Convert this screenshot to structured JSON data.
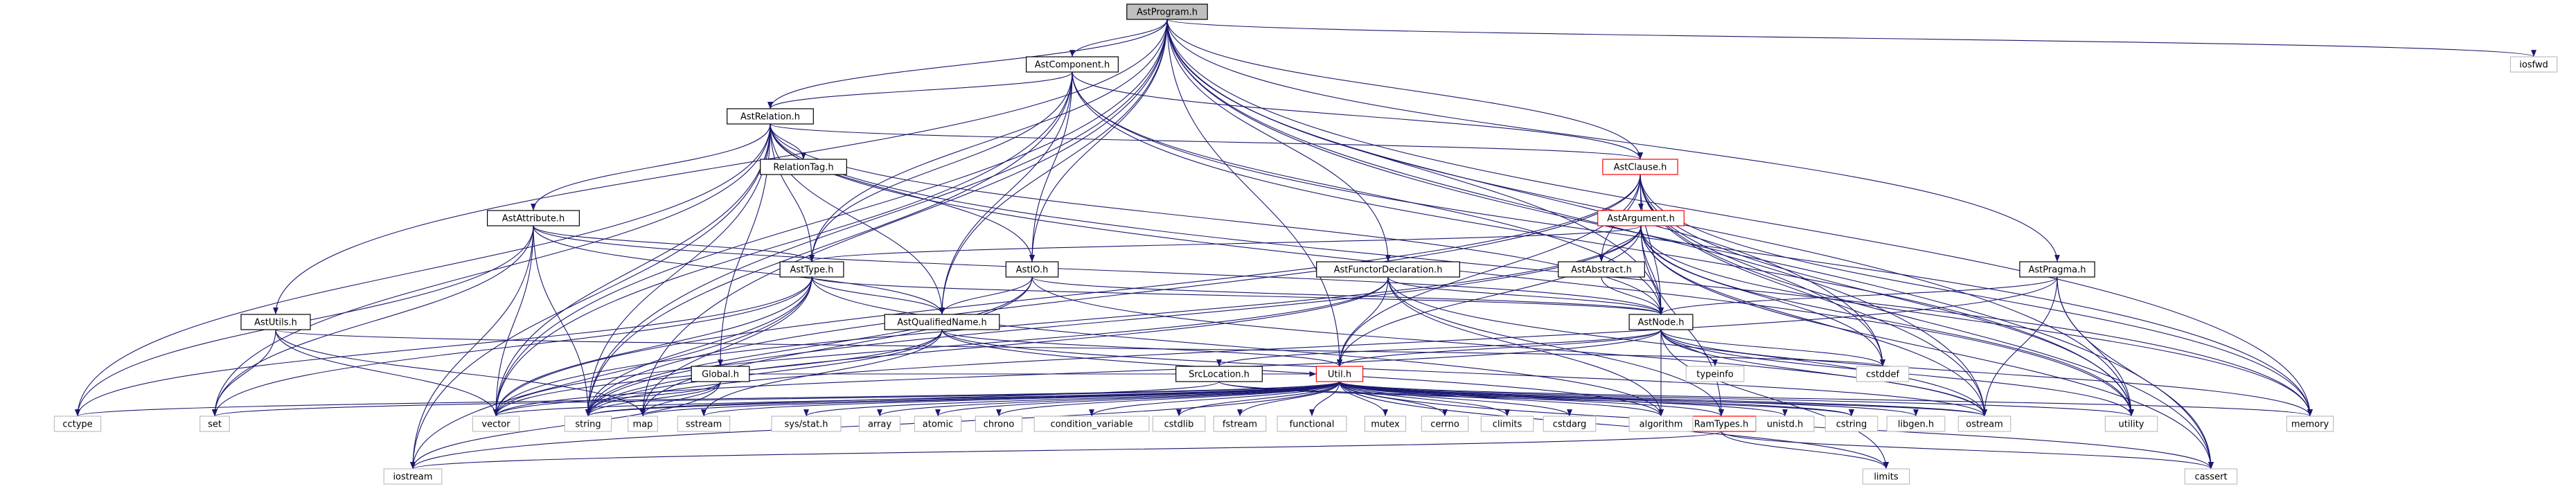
{
  "diagram": {
    "nodes": [
      {
        "id": "AstProgram",
        "label": "AstProgram.h",
        "style": "root"
      },
      {
        "id": "AstComponent",
        "label": "AstComponent.h",
        "style": "normal"
      },
      {
        "id": "AstRelation",
        "label": "AstRelation.h",
        "style": "normal"
      },
      {
        "id": "RelationTag",
        "label": "RelationTag.h",
        "style": "normal"
      },
      {
        "id": "AstClause",
        "label": "AstClause.h",
        "style": "red"
      },
      {
        "id": "AstArgument",
        "label": "AstArgument.h",
        "style": "red"
      },
      {
        "id": "AstAttribute",
        "label": "AstAttribute.h",
        "style": "normal"
      },
      {
        "id": "AstType",
        "label": "AstType.h",
        "style": "normal"
      },
      {
        "id": "AstIO",
        "label": "AstIO.h",
        "style": "normal"
      },
      {
        "id": "AstFunctorDeclaration",
        "label": "AstFunctorDeclaration.h",
        "style": "normal"
      },
      {
        "id": "AstAbstract",
        "label": "AstAbstract.h",
        "style": "normal"
      },
      {
        "id": "AstPragma",
        "label": "AstPragma.h",
        "style": "normal"
      },
      {
        "id": "AstNode",
        "label": "AstNode.h",
        "style": "normal"
      },
      {
        "id": "AstUtils",
        "label": "AstUtils.h",
        "style": "normal"
      },
      {
        "id": "AstQualifiedName",
        "label": "AstQualifiedName.h",
        "style": "normal"
      },
      {
        "id": "Global",
        "label": "Global.h",
        "style": "normal"
      },
      {
        "id": "SrcLocation",
        "label": "SrcLocation.h",
        "style": "normal"
      },
      {
        "id": "Util",
        "label": "Util.h",
        "style": "red"
      },
      {
        "id": "RamTypes",
        "label": "RamTypes.h",
        "style": "red"
      },
      {
        "id": "iosfwd",
        "label": "iosfwd",
        "style": "ext"
      },
      {
        "id": "cctype",
        "label": "cctype",
        "style": "ext"
      },
      {
        "id": "set",
        "label": "set",
        "style": "ext"
      },
      {
        "id": "vector",
        "label": "vector",
        "style": "ext"
      },
      {
        "id": "string",
        "label": "string",
        "style": "ext"
      },
      {
        "id": "map",
        "label": "map",
        "style": "ext"
      },
      {
        "id": "sstream",
        "label": "sstream",
        "style": "ext"
      },
      {
        "id": "sysstat",
        "label": "sys/stat.h",
        "style": "ext"
      },
      {
        "id": "array",
        "label": "array",
        "style": "ext"
      },
      {
        "id": "atomic",
        "label": "atomic",
        "style": "ext"
      },
      {
        "id": "chrono",
        "label": "chrono",
        "style": "ext"
      },
      {
        "id": "condvar",
        "label": "condition_variable",
        "style": "ext"
      },
      {
        "id": "cstdlib",
        "label": "cstdlib",
        "style": "ext"
      },
      {
        "id": "fstream",
        "label": "fstream",
        "style": "ext"
      },
      {
        "id": "functional",
        "label": "functional",
        "style": "ext"
      },
      {
        "id": "mutex",
        "label": "mutex",
        "style": "ext"
      },
      {
        "id": "cerrno",
        "label": "cerrno",
        "style": "ext"
      },
      {
        "id": "climits",
        "label": "climits",
        "style": "ext"
      },
      {
        "id": "cstdarg",
        "label": "cstdarg",
        "style": "ext"
      },
      {
        "id": "algorithm",
        "label": "algorithm",
        "style": "ext"
      },
      {
        "id": "unistd",
        "label": "unistd.h",
        "style": "ext"
      },
      {
        "id": "cstring",
        "label": "cstring",
        "style": "ext"
      },
      {
        "id": "libgen",
        "label": "libgen.h",
        "style": "ext"
      },
      {
        "id": "ostream",
        "label": "ostream",
        "style": "ext"
      },
      {
        "id": "utility",
        "label": "utility",
        "style": "ext"
      },
      {
        "id": "memory",
        "label": "memory",
        "style": "ext"
      },
      {
        "id": "typeinfo",
        "label": "typeinfo",
        "style": "ext"
      },
      {
        "id": "cstddef",
        "label": "cstddef",
        "style": "ext"
      },
      {
        "id": "iostream",
        "label": "iostream",
        "style": "ext"
      },
      {
        "id": "limits",
        "label": "limits",
        "style": "ext"
      },
      {
        "id": "cassert",
        "label": "cassert",
        "style": "ext"
      }
    ],
    "edges": [
      [
        "AstProgram",
        "AstComponent"
      ],
      [
        "AstProgram",
        "AstRelation"
      ],
      [
        "AstProgram",
        "AstClause"
      ],
      [
        "AstProgram",
        "AstType"
      ],
      [
        "AstProgram",
        "AstIO"
      ],
      [
        "AstProgram",
        "AstFunctorDeclaration"
      ],
      [
        "AstProgram",
        "AstPragma"
      ],
      [
        "AstProgram",
        "AstNode"
      ],
      [
        "AstProgram",
        "AstUtils"
      ],
      [
        "AstProgram",
        "AstQualifiedName"
      ],
      [
        "AstProgram",
        "Util"
      ],
      [
        "AstProgram",
        "iosfwd"
      ],
      [
        "AstProgram",
        "vector"
      ],
      [
        "AstProgram",
        "string"
      ],
      [
        "AstProgram",
        "map"
      ],
      [
        "AstProgram",
        "memory"
      ],
      [
        "AstProgram",
        "utility"
      ],
      [
        "AstProgram",
        "cassert"
      ],
      [
        "AstProgram",
        "cstddef"
      ],
      [
        "AstProgram",
        "ostream"
      ],
      [
        "AstComponent",
        "AstRelation"
      ],
      [
        "AstComponent",
        "AstClause"
      ],
      [
        "AstComponent",
        "AstType"
      ],
      [
        "AstComponent",
        "AstIO"
      ],
      [
        "AstComponent",
        "AstNode"
      ],
      [
        "AstComponent",
        "AstQualifiedName"
      ],
      [
        "AstComponent",
        "vector"
      ],
      [
        "AstComponent",
        "string"
      ],
      [
        "AstComponent",
        "memory"
      ],
      [
        "AstComponent",
        "utility"
      ],
      [
        "AstRelation",
        "RelationTag"
      ],
      [
        "AstRelation",
        "AstClause"
      ],
      [
        "AstRelation",
        "AstAttribute"
      ],
      [
        "AstRelation",
        "AstType"
      ],
      [
        "AstRelation",
        "AstIO"
      ],
      [
        "AstRelation",
        "AstNode"
      ],
      [
        "AstRelation",
        "AstQualifiedName"
      ],
      [
        "AstRelation",
        "Global"
      ],
      [
        "AstRelation",
        "iostream"
      ],
      [
        "AstRelation",
        "set"
      ],
      [
        "AstRelation",
        "vector"
      ],
      [
        "AstRelation",
        "string"
      ],
      [
        "AstRelation",
        "memory"
      ],
      [
        "AstRelation",
        "cctype"
      ],
      [
        "AstRelation",
        "utility"
      ],
      [
        "AstClause",
        "AstArgument"
      ],
      [
        "AstClause",
        "AstAbstract"
      ],
      [
        "AstClause",
        "AstNode"
      ],
      [
        "AstClause",
        "Util"
      ],
      [
        "AstClause",
        "ostream"
      ],
      [
        "AstClause",
        "memory"
      ],
      [
        "AstClause",
        "utility"
      ],
      [
        "AstClause",
        "cassert"
      ],
      [
        "AstClause",
        "cstddef"
      ],
      [
        "AstClause",
        "vector"
      ],
      [
        "AstClause",
        "string"
      ],
      [
        "AstArgument",
        "AstAbstract"
      ],
      [
        "AstArgument",
        "AstNode"
      ],
      [
        "AstArgument",
        "AstType"
      ],
      [
        "AstArgument",
        "Util"
      ],
      [
        "AstArgument",
        "RamTypes"
      ],
      [
        "AstArgument",
        "ostream"
      ],
      [
        "AstArgument",
        "memory"
      ],
      [
        "AstArgument",
        "utility"
      ],
      [
        "AstArgument",
        "cassert"
      ],
      [
        "AstArgument",
        "cstddef"
      ],
      [
        "AstArgument",
        "string"
      ],
      [
        "AstArgument",
        "vector"
      ],
      [
        "AstAttribute",
        "AstType"
      ],
      [
        "AstAttribute",
        "AstNode"
      ],
      [
        "AstAttribute",
        "AstQualifiedName"
      ],
      [
        "AstAttribute",
        "vector"
      ],
      [
        "AstAttribute",
        "string"
      ],
      [
        "AstAttribute",
        "set"
      ],
      [
        "AstAttribute",
        "iostream"
      ],
      [
        "AstAttribute",
        "cctype"
      ],
      [
        "AstType",
        "AstNode"
      ],
      [
        "AstType",
        "AstQualifiedName"
      ],
      [
        "AstType",
        "set"
      ],
      [
        "AstType",
        "vector"
      ],
      [
        "AstType",
        "string"
      ],
      [
        "AstType",
        "iostream"
      ],
      [
        "AstType",
        "cctype"
      ],
      [
        "AstType",
        "algorithm"
      ],
      [
        "AstType",
        "map"
      ],
      [
        "AstIO",
        "AstNode"
      ],
      [
        "AstIO",
        "AstQualifiedName"
      ],
      [
        "AstIO",
        "map"
      ],
      [
        "AstIO",
        "string"
      ],
      [
        "AstIO",
        "ostream"
      ],
      [
        "AstFunctorDeclaration",
        "AstNode"
      ],
      [
        "AstFunctorDeclaration",
        "Util"
      ],
      [
        "AstFunctorDeclaration",
        "RamTypes"
      ],
      [
        "AstFunctorDeclaration",
        "vector"
      ],
      [
        "AstFunctorDeclaration",
        "string"
      ],
      [
        "AstFunctorDeclaration",
        "algorithm"
      ],
      [
        "AstFunctorDeclaration",
        "ostream"
      ],
      [
        "AstAbstract",
        "AstNode"
      ],
      [
        "AstPragma",
        "AstNode"
      ],
      [
        "AstPragma",
        "ostream"
      ],
      [
        "AstPragma",
        "utility"
      ],
      [
        "AstPragma",
        "cassert"
      ],
      [
        "AstPragma",
        "string"
      ],
      [
        "AstNode",
        "SrcLocation"
      ],
      [
        "AstNode",
        "Util"
      ],
      [
        "AstNode",
        "typeinfo"
      ],
      [
        "AstNode",
        "cstddef"
      ],
      [
        "AstNode",
        "memory"
      ],
      [
        "AstNode",
        "utility"
      ],
      [
        "AstNode",
        "ostream"
      ],
      [
        "AstNode",
        "limits"
      ],
      [
        "AstNode",
        "vector"
      ],
      [
        "AstNode",
        "algorithm"
      ],
      [
        "AstUtils",
        "set"
      ],
      [
        "AstUtils",
        "vector"
      ],
      [
        "AstUtils",
        "cstddef"
      ],
      [
        "AstUtils",
        "map"
      ],
      [
        "AstQualifiedName",
        "Util"
      ],
      [
        "AstQualifiedName",
        "vector"
      ],
      [
        "AstQualifiedName",
        "string"
      ],
      [
        "AstQualifiedName",
        "sstream"
      ],
      [
        "AstQualifiedName",
        "algorithm"
      ],
      [
        "AstQualifiedName",
        "ostream"
      ],
      [
        "Global",
        "Util"
      ],
      [
        "Global",
        "vector"
      ],
      [
        "Global",
        "string"
      ],
      [
        "Global",
        "map"
      ],
      [
        "Global",
        "iostream"
      ],
      [
        "SrcLocation",
        "ostream"
      ],
      [
        "SrcLocation",
        "string"
      ],
      [
        "SrcLocation",
        "cstring"
      ],
      [
        "Util",
        "RamTypes"
      ],
      [
        "Util",
        "set"
      ],
      [
        "Util",
        "vector"
      ],
      [
        "Util",
        "string"
      ],
      [
        "Util",
        "map"
      ],
      [
        "Util",
        "sstream"
      ],
      [
        "Util",
        "sysstat"
      ],
      [
        "Util",
        "array"
      ],
      [
        "Util",
        "atomic"
      ],
      [
        "Util",
        "chrono"
      ],
      [
        "Util",
        "condvar"
      ],
      [
        "Util",
        "cstdlib"
      ],
      [
        "Util",
        "fstream"
      ],
      [
        "Util",
        "functional"
      ],
      [
        "Util",
        "mutex"
      ],
      [
        "Util",
        "cerrno"
      ],
      [
        "Util",
        "climits"
      ],
      [
        "Util",
        "cstdarg"
      ],
      [
        "Util",
        "algorithm"
      ],
      [
        "Util",
        "unistd"
      ],
      [
        "Util",
        "cstring"
      ],
      [
        "Util",
        "libgen"
      ],
      [
        "Util",
        "ostream"
      ],
      [
        "Util",
        "utility"
      ],
      [
        "Util",
        "memory"
      ],
      [
        "Util",
        "cctype"
      ],
      [
        "Util",
        "iostream"
      ],
      [
        "Util",
        "cassert"
      ],
      [
        "Util",
        "limits"
      ],
      [
        "RamTypes",
        "limits"
      ],
      [
        "RamTypes",
        "cassert"
      ],
      [
        "RamTypes",
        "iostream"
      ]
    ]
  }
}
